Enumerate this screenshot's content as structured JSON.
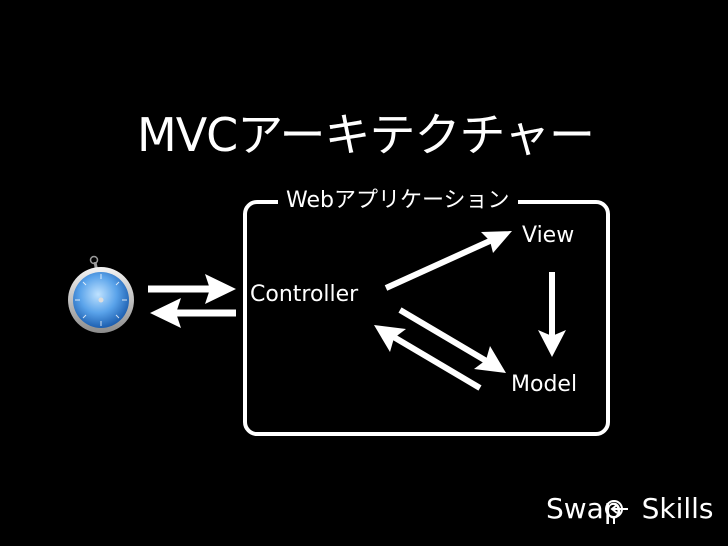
{
  "slide": {
    "title": "MVCアーキテクチャー",
    "app_box_label": "Webアプリケーション",
    "nodes": {
      "view": "View",
      "controller": "Controller",
      "model": "Model"
    },
    "brand": {
      "left": "Swap",
      "right": "Skills"
    }
  },
  "icons": {
    "browser": "safari-compass-icon"
  },
  "colors": {
    "background": "#000000",
    "foreground": "#ffffff",
    "compass_blue": "#2f7fd6"
  }
}
